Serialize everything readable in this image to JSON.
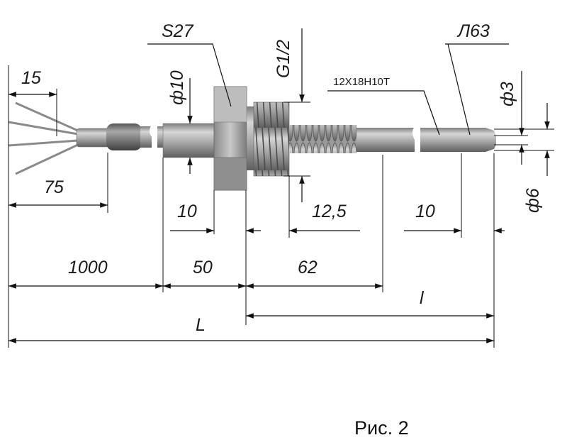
{
  "figure": {
    "caption": "Рис. 2",
    "labels": {
      "wire_exit_length": "15",
      "wire_length": "75",
      "cable_length": "1000",
      "nut_length": "50",
      "thread_section_length": "62",
      "sensor_tip_length": "10",
      "boss_length": "10",
      "thread_pitch_length": "12,5",
      "wrench_size": "S27",
      "thread_spec": "G1/2",
      "boss_diameter": "ф10",
      "probe_material": "12Х18Н10Т",
      "tip_material": "Л63",
      "inner_diameter": "ф3",
      "outer_diameter": "ф6",
      "immersion_length": "l",
      "total_length": "L"
    }
  }
}
